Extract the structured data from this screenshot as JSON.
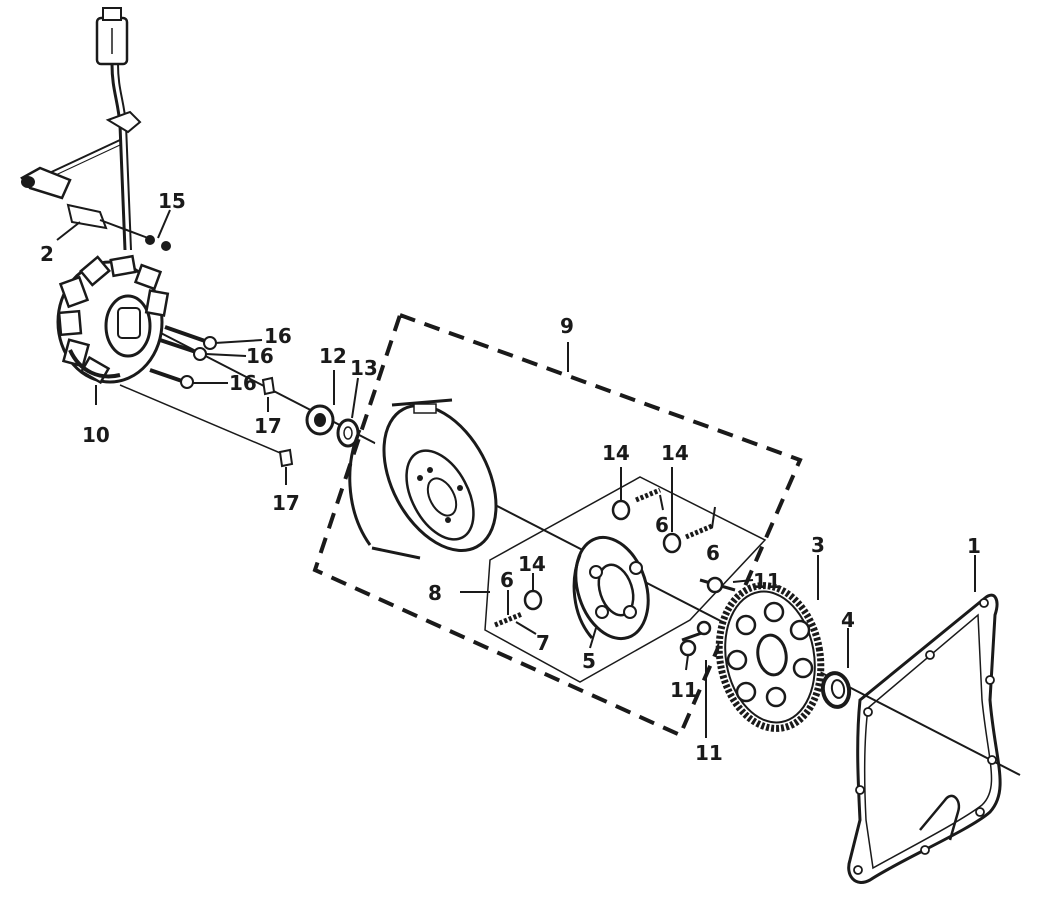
{
  "callouts": {
    "c1": "1",
    "c2": "2",
    "c3": "3",
    "c4": "4",
    "c5": "5",
    "c6a": "6",
    "c6b": "6",
    "c6c": "6",
    "c7": "7",
    "c8": "8",
    "c9": "9",
    "c10": "10",
    "c11a": "11",
    "c11b": "11",
    "c11c": "11",
    "c12": "12",
    "c13": "13",
    "c14a": "14",
    "c14b": "14",
    "c14c": "14",
    "c15": "15",
    "c16a": "16",
    "c16b": "16",
    "c16c": "16",
    "c17a": "17",
    "c17b": "17"
  }
}
